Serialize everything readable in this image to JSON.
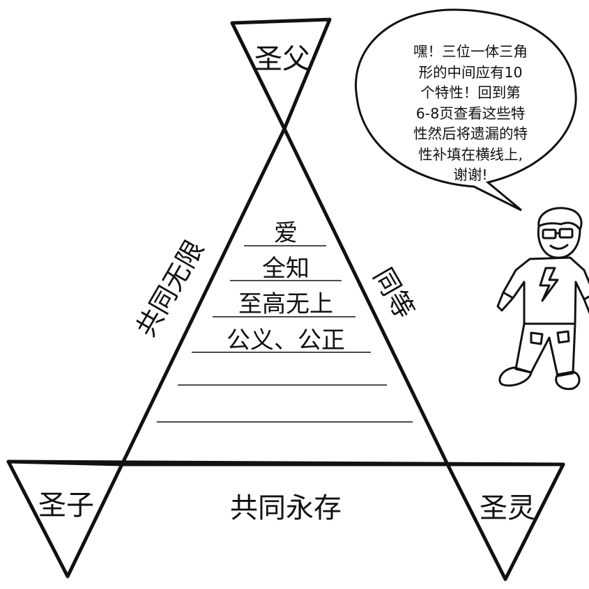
{
  "corners": {
    "top": "圣父",
    "left": "圣子",
    "right": "圣灵"
  },
  "sides": {
    "left": "共同无限",
    "right": "同等",
    "bottom": "共同永存"
  },
  "traits": [
    "爱",
    "全知",
    "至高无上",
    "公义、公正",
    "",
    ""
  ],
  "speech_bubble": {
    "lines": [
      "嘿！三位一体三角",
      "形的中间应有10",
      "个特性！回到第",
      "6-8页查看这些特",
      "性然后将遗漏的特",
      "性补填在横线上,",
      "谢谢!"
    ]
  }
}
